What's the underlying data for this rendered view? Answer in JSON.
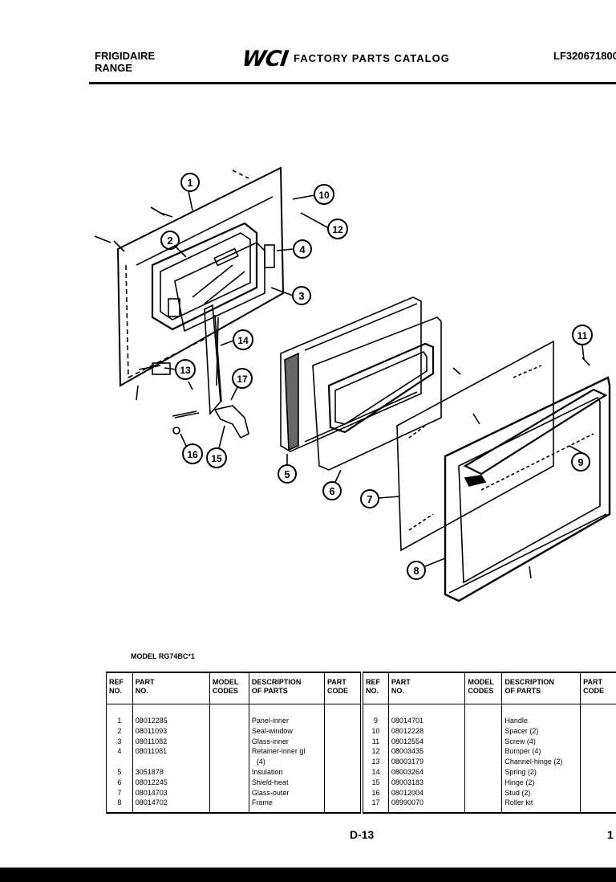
{
  "header": {
    "brand_line1": "FRIGIDAIRE",
    "brand_line2": "RANGE",
    "logo": "WCI",
    "catalog_title": "FACTORY PARTS CATALOG",
    "model_code": "LF320671800"
  },
  "diagram": {
    "callouts": [
      "1",
      "2",
      "3",
      "4",
      "5",
      "6",
      "7",
      "8",
      "9",
      "10",
      "11",
      "12",
      "13",
      "14",
      "15",
      "16",
      "17"
    ]
  },
  "model_label": "MODEL RG74BC*1",
  "table": {
    "headers": {
      "ref_line1": "REF",
      "ref_line2": "NO.",
      "part_line1": "PART",
      "part_line2": "NO.",
      "model_line1": "MODEL",
      "model_line2": "CODES",
      "desc_line1": "DESCRIPTION",
      "desc_line2": "OF PARTS",
      "code_line1": "PART",
      "code_line2": "CODE"
    },
    "left_rows": [
      {
        "ref": "1",
        "part": "08012285",
        "desc": "Panel-inner"
      },
      {
        "ref": "2",
        "part": "08011093",
        "desc": "Seal-window"
      },
      {
        "ref": "3",
        "part": "08011082",
        "desc": "Glass-inner"
      },
      {
        "ref": "4",
        "part": "08011081",
        "desc": "Retainer-inner gl"
      },
      {
        "ref": "",
        "part": "",
        "desc": "(4)"
      },
      {
        "ref": "5",
        "part": "3051878",
        "desc": "Insulation"
      },
      {
        "ref": "6",
        "part": "08012245",
        "desc": "Shield-heat"
      },
      {
        "ref": "7",
        "part": "08014703",
        "desc": "Glass-outer"
      },
      {
        "ref": "8",
        "part": "08014702",
        "desc": "Frame"
      }
    ],
    "right_rows": [
      {
        "ref": "9",
        "part": "08014701",
        "desc": "Handle"
      },
      {
        "ref": "10",
        "part": "08012228",
        "desc": "Spacer (2)"
      },
      {
        "ref": "11",
        "part": "08012554",
        "desc": "Screw (4)"
      },
      {
        "ref": "12",
        "part": "08003435",
        "desc": "Bumper (4)"
      },
      {
        "ref": "13",
        "part": "08003179",
        "desc": "Channel-hinge (2)"
      },
      {
        "ref": "14",
        "part": "08003264",
        "desc": "Spring (2)"
      },
      {
        "ref": "15",
        "part": "08003183",
        "desc": "Hinge (2)"
      },
      {
        "ref": "16",
        "part": "08012004",
        "desc": "Stud (2)"
      },
      {
        "ref": "17",
        "part": "08990070",
        "desc": "Roller kit"
      }
    ]
  },
  "footer": {
    "page_number": "D-13",
    "right_mark": "1"
  }
}
